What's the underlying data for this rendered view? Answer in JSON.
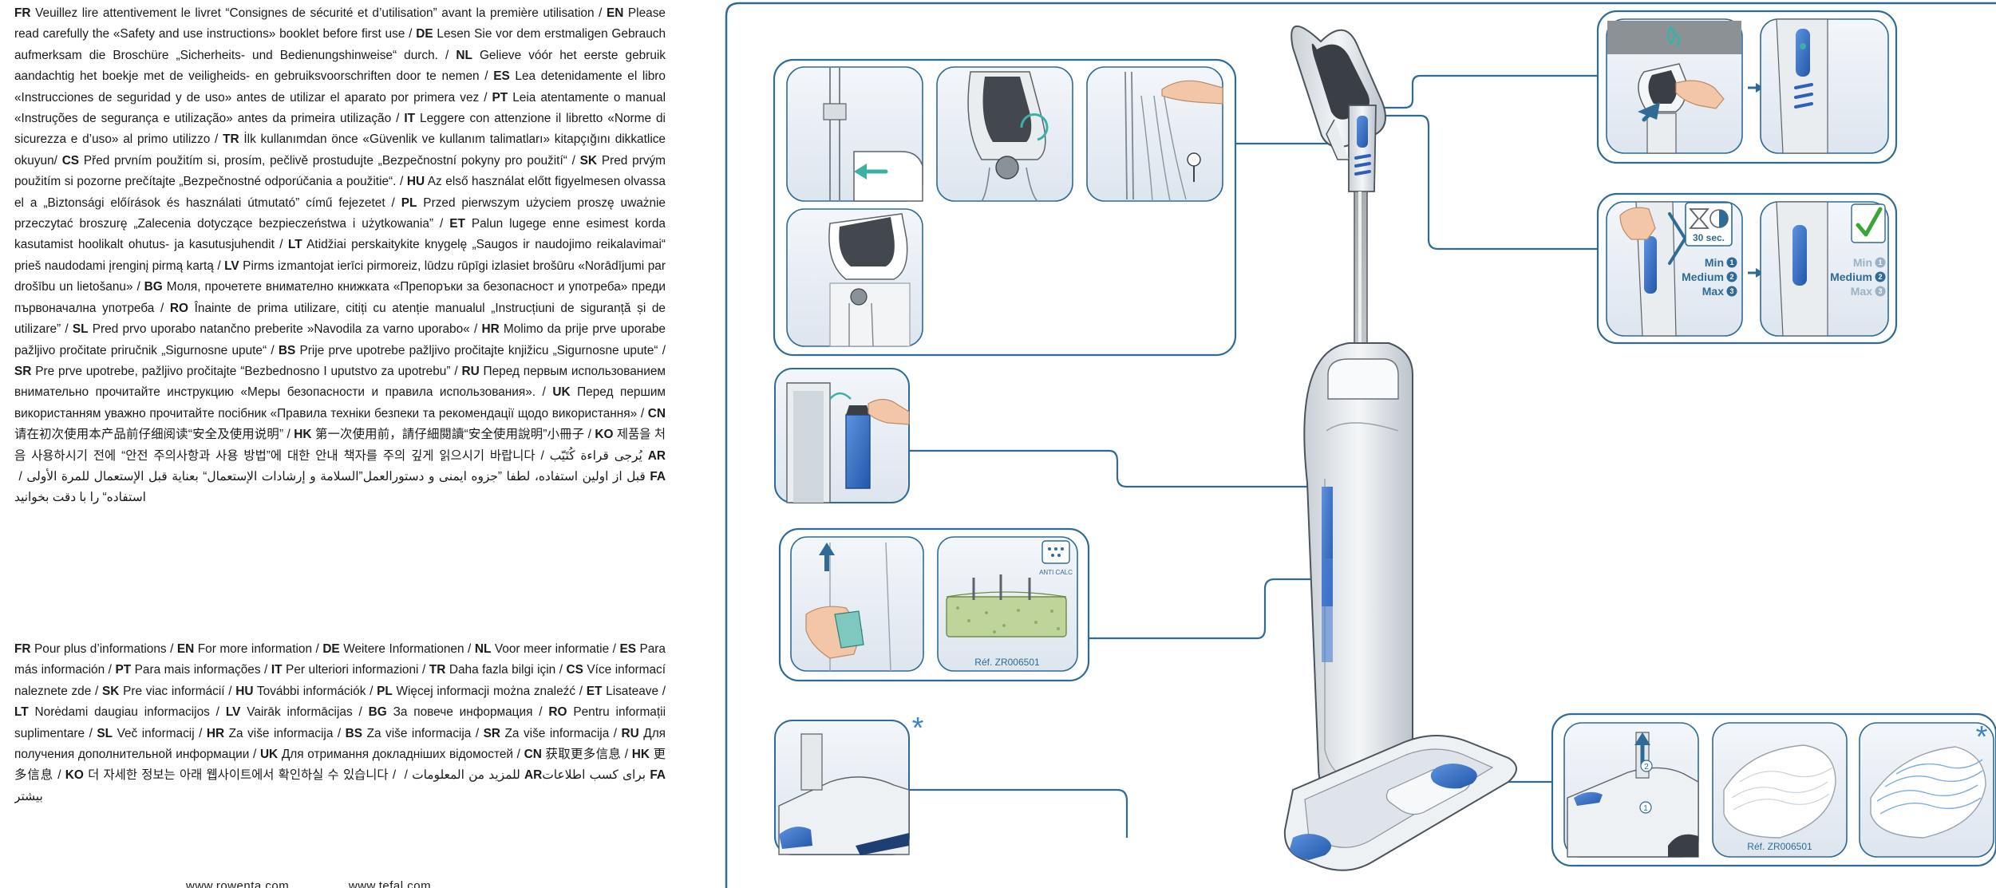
{
  "intro": {
    "entries": [
      {
        "code": "FR",
        "text": "Veuillez lire attentivement le livret “Consignes de sécurité et d’utilisation” avant la première utilisation /"
      },
      {
        "code": "EN",
        "text": "Please read carefully the «Safety and use instructions» booklet before first use /"
      },
      {
        "code": "DE",
        "text": "Lesen Sie vor dem erstmaligen Gebrauch aufmerksam die Broschüre „Sicherheits- und Bedienungshinweise“ durch. /"
      },
      {
        "code": "NL",
        "text": "Gelieve vóór het eerste gebruik aandachtig het boekje met de veiligheids- en gebruiksvoorschriften door te nemen /"
      },
      {
        "code": "ES",
        "text": "Lea detenidamente el libro «Instrucciones de seguridad y de uso» antes de utilizar el aparato por primera vez /"
      },
      {
        "code": "PT",
        "text": "Leia atentamente o manual «Instruções de segurança e utilização» antes da primeira utilização /"
      },
      {
        "code": "IT",
        "text": "Leggere con attenzione il libretto «Norme di sicurezza e d’uso» al primo utilizzo /"
      },
      {
        "code": "TR",
        "text": "İlk kullanımdan önce «Güvenlik ve kullanım talimatları» kitapçığını dikkatlice okuyun/"
      },
      {
        "code": "CS",
        "text": "Před prvním použitím si, prosím, pečlivě prostudujte „Bezpečnostní pokyny pro použití“ /"
      },
      {
        "code": "SK",
        "text": "Pred prvým použitím si pozorne prečítajte „Bezpečnostné odporúčania a použitie“. /"
      },
      {
        "code": "HU",
        "text": "Az első használat előtt figyelmesen olvassa el a „Biztonsági előírások és használati útmutató” című fejezetet /"
      },
      {
        "code": "PL",
        "text": "Przed pierwszym użyciem proszę uważnie przeczytać broszurę „Zalecenia dotyczące bezpieczeństwa i użytkowania” /"
      },
      {
        "code": "ET",
        "text": "Palun lugege enne esimest korda kasutamist hoolikalt ohutus- ja kasutusjuhendit /"
      },
      {
        "code": "LT",
        "text": "Atidžiai perskaitykite knygelę „Saugos ir naudojimo reikalavimai“ prieš naudodami įrenginį pirmą kartą /"
      },
      {
        "code": "LV",
        "text": "Pirms izmantojat ierīci pirmoreiz, lūdzu rūpīgi izlasiet brošūru «Norādījumi par drošību un lietošanu» /"
      },
      {
        "code": "BG",
        "text": "Моля, прочетете внимателно книжката «Препоръки за безопасност и употреба» преди първоначална употреба /"
      },
      {
        "code": "RO",
        "text": "Înainte de prima utilizare, citiți cu atenție manualul „Instrucțiuni de siguranță și de utilizare” /"
      },
      {
        "code": "SL",
        "text": "Pred prvo uporabo natančno preberite »Navodila za varno uporabo« /"
      },
      {
        "code": "HR",
        "text": "Molimo da prije prve uporabe pažljivo pročitate priručnik „Sigurnosne upute“ /"
      },
      {
        "code": "BS",
        "text": "Prije prve upotrebe pažljivo pročitajte knjižicu „Sigurnosne upute“ /"
      },
      {
        "code": "SR",
        "text": "Pre prve upotrebe, pažljivo pročitajte “Bezbednosno I uputstvo za upotrebu” /"
      },
      {
        "code": "RU",
        "text": "Перед первым использованием внимательно прочитайте инструкцию «Меры безопасности и правила использования». /"
      },
      {
        "code": "UK",
        "text": "Перед першим використанням уважно прочитайте посібник «Правила техніки безпеки та рекомендації щодо використання» /"
      },
      {
        "code": "CN",
        "text": "请在初次使用本产品前仔细阅读“安全及使用说明” /"
      },
      {
        "code": "HK",
        "text": "第一次使用前，請仔細閱讀“安全使用說明”小冊子 /"
      },
      {
        "code": "KO",
        "text": "제품을 처음 사용하시기 전에 “안전 주의사항과 사용 방법”에 대한 안내 책자를 주의 깊게 읽으시기 바랍니다 /"
      },
      {
        "code": "AR",
        "text": "يُرجى قراءة كُتَيّب ”السلامة و إرشادات الإستعمال“ بعناية قبل الإستعمال للمرة الأولى /",
        "rtl": true
      },
      {
        "code": "FA",
        "text": "قبل از اولين استفاده، لطفا ”جزوه ایمنی و دستورالعمل استفاده“ را با دقت بخوانید",
        "rtl": true
      }
    ]
  },
  "more_info": {
    "entries": [
      {
        "code": "FR",
        "text": "Pour plus d’informations /"
      },
      {
        "code": "EN",
        "text": "For more information /"
      },
      {
        "code": "DE",
        "text": "Weitere Informationen /"
      },
      {
        "code": "NL",
        "text": "Voor meer informatie /"
      },
      {
        "code": "ES",
        "text": "Para más información /"
      },
      {
        "code": "PT",
        "text": "Para mais informações /"
      },
      {
        "code": "IT",
        "text": "Per ulteriori informazioni /"
      },
      {
        "code": "TR",
        "text": "Daha fazla bilgi için /"
      },
      {
        "code": "CS",
        "text": "Více informací naleznete zde /"
      },
      {
        "code": "SK",
        "text": "Pre viac informácií /"
      },
      {
        "code": "HU",
        "text": "További információk /"
      },
      {
        "code": "PL",
        "text": "Więcej informacji można znaleźć /"
      },
      {
        "code": "ET",
        "text": "Lisateave /"
      },
      {
        "code": "LT",
        "text": "Norėdami daugiau informacijos /"
      },
      {
        "code": "LV",
        "text": "Vairāk informācijas /"
      },
      {
        "code": "BG",
        "text": "За повече информация /"
      },
      {
        "code": "RO",
        "text": "Pentru informații suplimentare /"
      },
      {
        "code": "SL",
        "text": "Več informacij /"
      },
      {
        "code": "HR",
        "text": "Za više informacija /"
      },
      {
        "code": "BS",
        "text": "Za više informacija /"
      },
      {
        "code": "SR",
        "text": "Za više informacija /"
      },
      {
        "code": "RU",
        "text": "Для получения дополнительной информации /"
      },
      {
        "code": "UK",
        "text": "Для отримання докладніших відомостей /"
      },
      {
        "code": "CN",
        "text": "获取更多信息 /"
      },
      {
        "code": "HK",
        "text": "更多信息 /"
      },
      {
        "code": "KO",
        "text": "더 자세한 정보는 아래 웹사이트에서 확인하실 수 있습니다 /"
      },
      {
        "code": "AR",
        "text": "للمزيد من المعلومات /",
        "rtl": true
      },
      {
        "code": "FA",
        "text": "برای کسب اطلاعات بیشتر",
        "rtl": true
      }
    ]
  },
  "websites": [
    "www.rowenta.com",
    "www.tefal.com"
  ],
  "illustrations": {
    "settings_timer": "30 sec.",
    "settings_levels": [
      {
        "label": "Min",
        "number": "1"
      },
      {
        "label": "Medium",
        "number": "2"
      },
      {
        "label": "Max",
        "number": "3"
      }
    ],
    "anticalc_label": "ANTI CALC",
    "filter_ref": "Réf. ZR006501",
    "pad_ref": "Réf. ZR006501",
    "asterisk": "*",
    "step_one": "1",
    "step_two": "2",
    "accent_color": "#2a5d84",
    "blue_color": "#3670c9",
    "check_color": "#3aa63a",
    "frame_color": "#2e6b97"
  }
}
